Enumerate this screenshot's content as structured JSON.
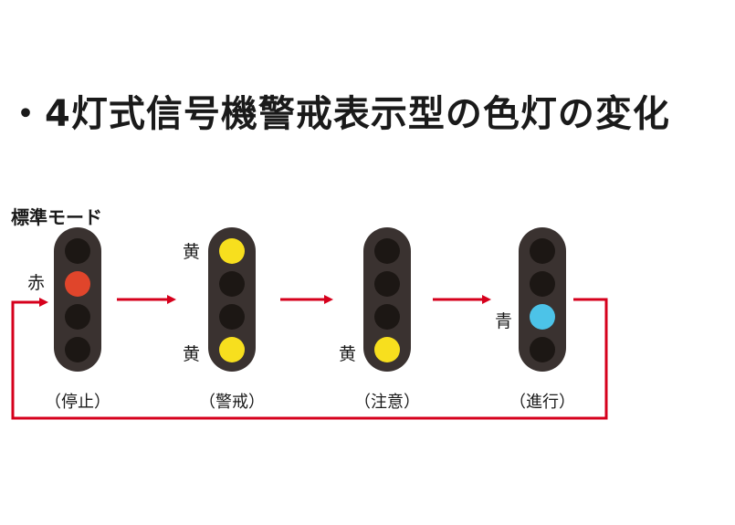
{
  "title": "・4灯式信号機警戒表示型の色灯の変化",
  "mode_label": "標準モード",
  "colors": {
    "housing": "#3a3230",
    "lamp_off": "#1c1714",
    "red": "#e0452b",
    "yellow": "#f7df1e",
    "blue": "#4cc3e8",
    "arrow": "#d6001c"
  },
  "signals": [
    {
      "caption": "（停止）",
      "lamps": [
        "off",
        "red",
        "off",
        "off"
      ],
      "labels": [
        {
          "text": "赤",
          "lamp": 1,
          "side": "left"
        }
      ]
    },
    {
      "caption": "（警戒）",
      "lamps": [
        "yellow",
        "off",
        "off",
        "yellow"
      ],
      "labels": [
        {
          "text": "黄",
          "lamp": 0,
          "side": "left"
        },
        {
          "text": "黄",
          "lamp": 3,
          "side": "left"
        }
      ]
    },
    {
      "caption": "（注意）",
      "lamps": [
        "off",
        "off",
        "off",
        "yellow"
      ],
      "labels": [
        {
          "text": "黄",
          "lamp": 3,
          "side": "left"
        }
      ]
    },
    {
      "caption": "（進行）",
      "lamps": [
        "off",
        "off",
        "blue",
        "off"
      ],
      "labels": [
        {
          "text": "青",
          "lamp": 2,
          "side": "left"
        }
      ]
    }
  ]
}
